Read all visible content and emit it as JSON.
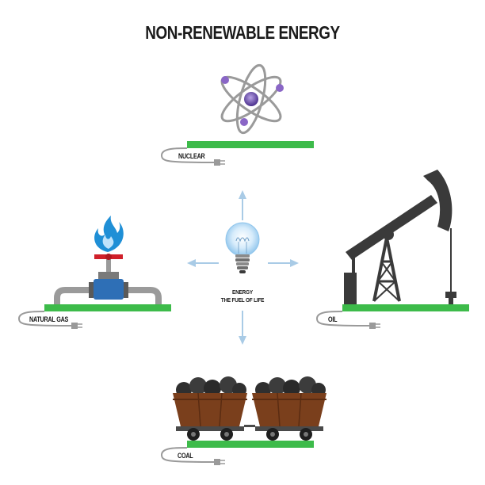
{
  "title": "NON-RENEWABLE ENERGY",
  "center": {
    "line1": "ENERGY",
    "line2": "THE FUEL OF LIFE"
  },
  "sources": {
    "nuclear": "NUCLEAR",
    "natural_gas": "NATURAL GAS",
    "oil": "OIL",
    "coal": "COAL"
  },
  "colors": {
    "ground_green": "#3dbb4a",
    "arrow_blue": "#a9cbe6",
    "atom_purple": "#7a55b8",
    "flame_blue": "#1f8fd6",
    "coal_cart_brown": "#7a3f1c",
    "pump_jack_dark": "#3a3a3a"
  },
  "icons": [
    "atom-icon",
    "gas-flame-valve-icon",
    "oil-pump-jack-icon",
    "coal-cart-icon",
    "light-bulb-icon",
    "power-plug-icon"
  ]
}
